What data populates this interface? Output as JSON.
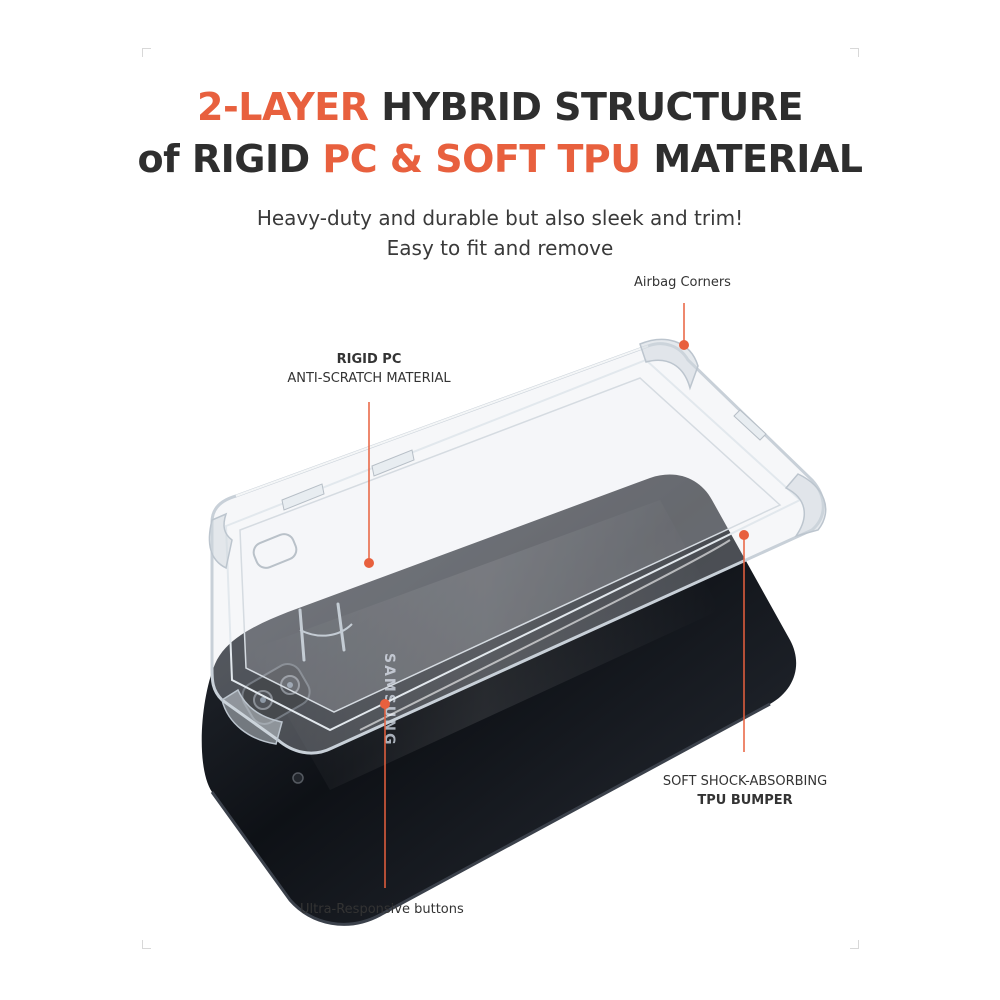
{
  "headline": {
    "line1_accent": "2-LAYER",
    "line1_rest": " HYBRID STRUCTURE",
    "line2_pre": "of RIGID ",
    "line2_accent": "PC & SOFT TPU",
    "line2_post": " MATERIAL"
  },
  "subheading": {
    "line1": "Heavy-duty and durable but also sleek and trim!",
    "line2": "Easy to fit and remove"
  },
  "callouts": {
    "airbag": "Airbag Corners",
    "rigid_title": "RIGID PC",
    "rigid_sub": "ANTI-SCRATCH MATERIAL",
    "tpu_sub": "SOFT SHOCK-ABSORBING",
    "tpu_title": "TPU BUMPER",
    "buttons": "Ultra-Responsive buttons"
  },
  "phone_brand": "SAMSUNG",
  "colors": {
    "accent": "#e8603e",
    "text": "#2e2e2e",
    "phone": "#15181d"
  }
}
